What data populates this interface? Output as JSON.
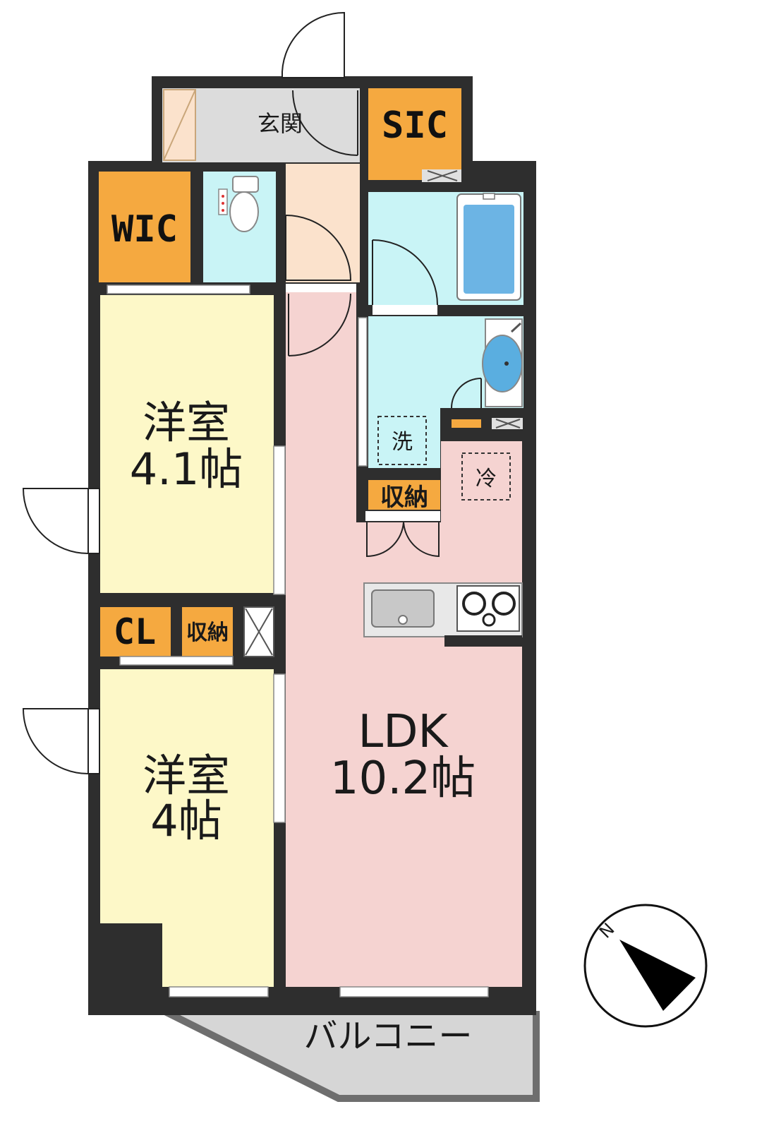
{
  "rooms": {
    "entrance": "玄関",
    "sic": "SIC",
    "wic": "WIC",
    "bedroom1_name": "洋室",
    "bedroom1_size": "4.1帖",
    "bedroom2_name": "洋室",
    "bedroom2_size": "4帖",
    "cl": "CL",
    "storage_small": "収納",
    "storage_kitchen": "収納",
    "washer": "洗",
    "fridge": "冷",
    "ldk_name": "LDK",
    "ldk_size": "10.2帖",
    "balcony": "バルコニー"
  },
  "compass": {
    "north_label": "N",
    "icon": "compass-north-arrow-icon"
  },
  "colors": {
    "wall": "#2e2e2e",
    "storage": "#f5a940",
    "bedroom": "#fdf8c8",
    "ldk": "#f5d3d1",
    "wet_area": "#c9f4f6",
    "hall": "#fbe2cc",
    "entrance": "#dcdcdc",
    "balcony": "#d6d6d6"
  }
}
